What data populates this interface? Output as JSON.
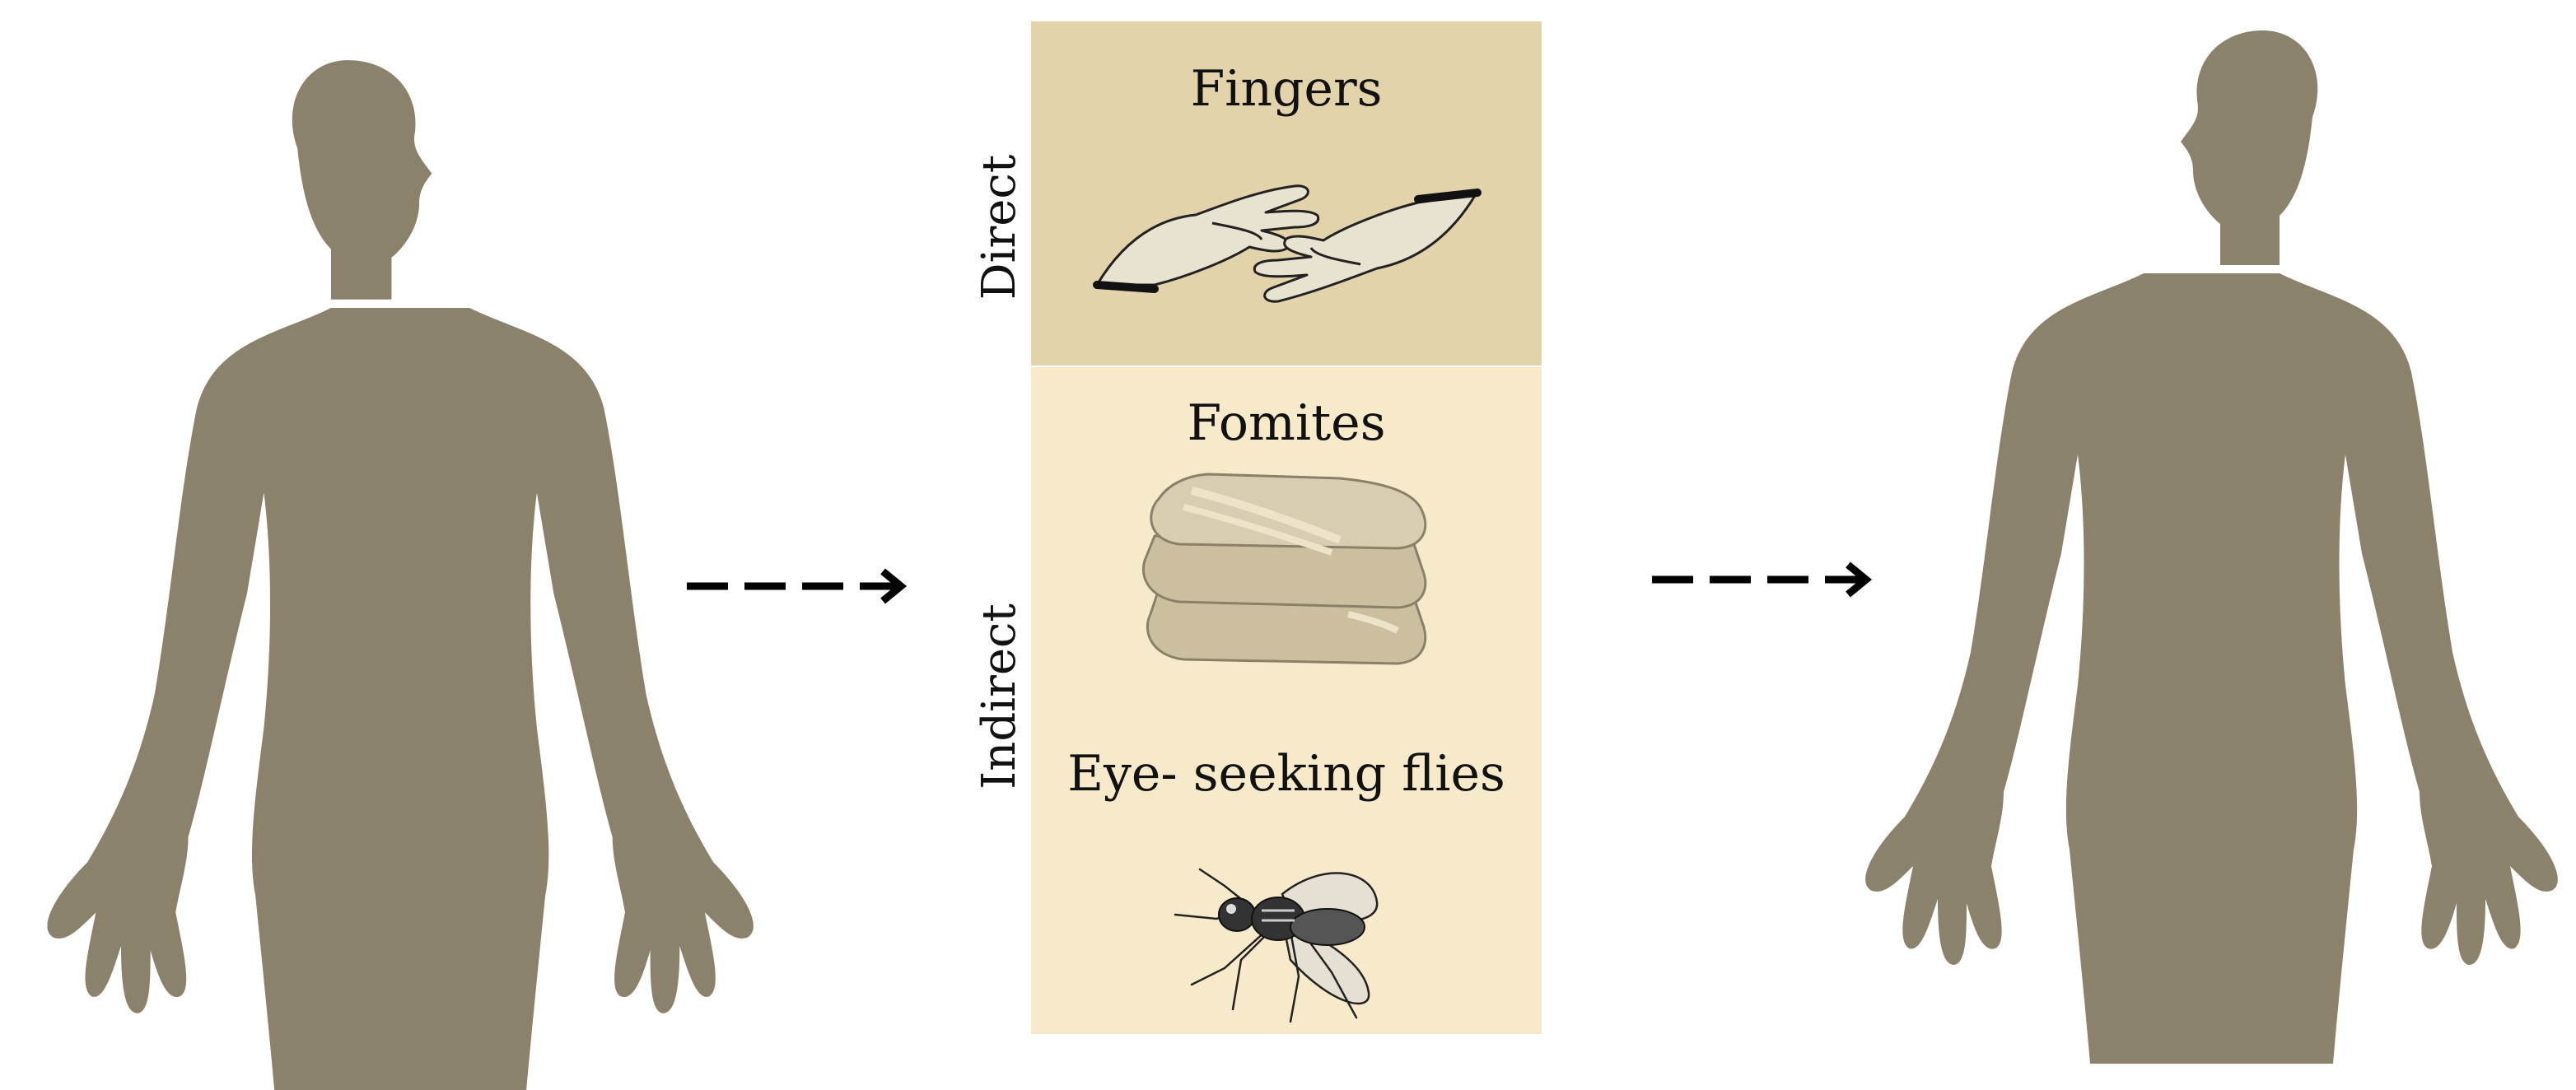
{
  "panels": {
    "direct": {
      "side_label": "Direct",
      "items": [
        {
          "label": "Fingers",
          "icon": "hands-touching-icon"
        }
      ]
    },
    "indirect": {
      "side_label": "Indirect",
      "items": [
        {
          "label": "Fomites",
          "icon": "folded-towels-icon"
        },
        {
          "label": "Eye- seeking flies",
          "icon": "fly-icon"
        }
      ]
    }
  },
  "figures": [
    {
      "role": "source",
      "icon": "human-silhouette-icon"
    },
    {
      "role": "recipient",
      "icon": "human-silhouette-icon"
    }
  ],
  "arrows": [
    {
      "style": "dashed",
      "direction": "right"
    },
    {
      "style": "dashed",
      "direction": "right"
    }
  ],
  "colors": {
    "silhouette": "#8b826b",
    "direct_panel": "#e2d3ab",
    "indirect_panel": "#f7eacb",
    "arrow": "#000000"
  }
}
